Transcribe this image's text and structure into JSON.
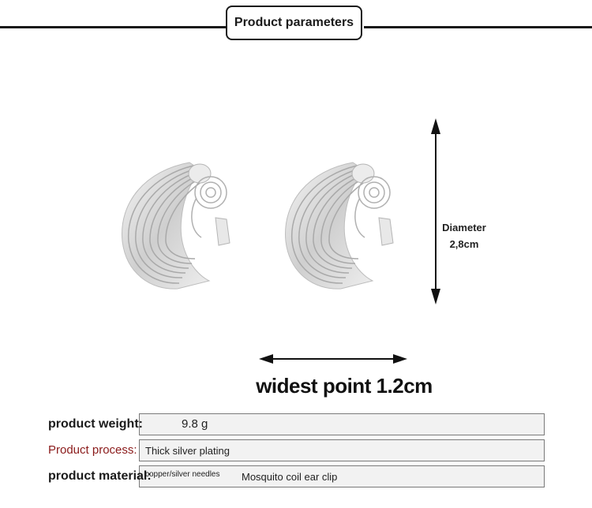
{
  "header": {
    "title": "Product parameters"
  },
  "dimensions": {
    "diameter_label": "Diameter",
    "diameter_value": "2,8cm",
    "widest_point": "widest point 1.2cm"
  },
  "parameters": [
    {
      "label": "product weight:",
      "value": "9.8 g"
    },
    {
      "label": "Product process:",
      "value": "Thick silver plating"
    },
    {
      "label": "product material:",
      "value_small": "copper/silver needles",
      "value": "Mosquito coil ear clip"
    }
  ],
  "colors": {
    "line": "#1a1a1a",
    "process_label": "#8a1a1a",
    "bar": "#f2f2f2"
  }
}
